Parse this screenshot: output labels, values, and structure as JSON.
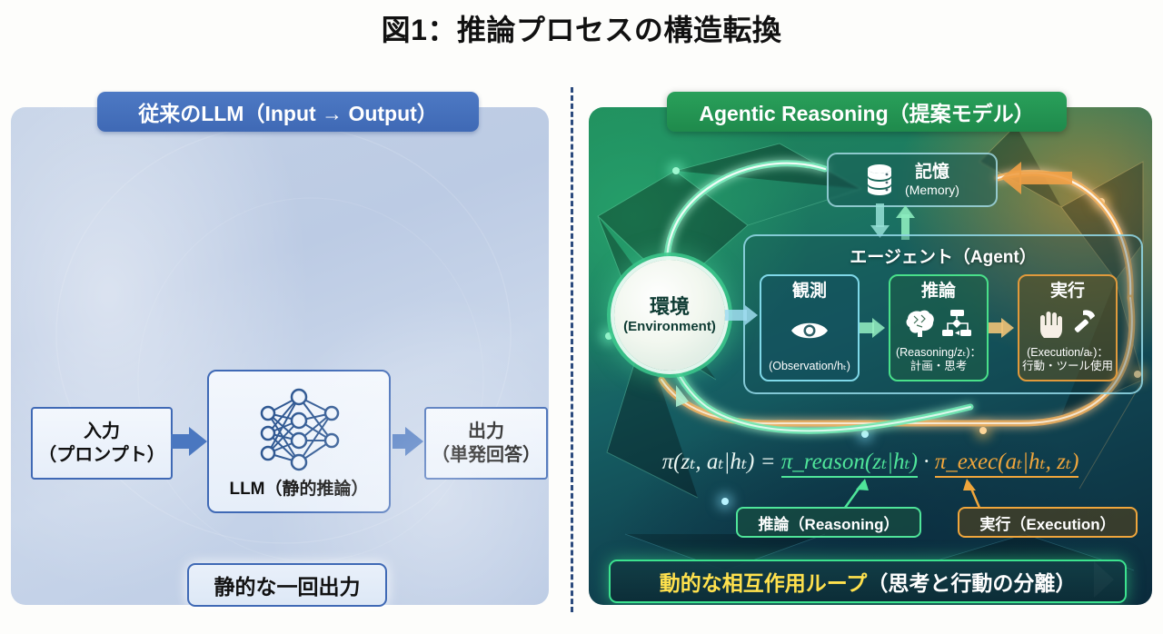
{
  "title": "図1：推論プロセスの構造転換",
  "left": {
    "badge": "従来のLLM（Input → Output）",
    "input": {
      "line1": "入力",
      "line2": "（プロンプト）"
    },
    "llm": {
      "caption": "LLM（静的推論）",
      "icon": "neural-network-icon"
    },
    "output": {
      "line1": "出力",
      "line2": "（単発回答）"
    },
    "bottom_badge": "静的な一回出力"
  },
  "right": {
    "badge": "Agentic Reasoning（提案モデル）",
    "memory": {
      "label": "記憶",
      "sub": "(Memory)",
      "icon": "database-icon"
    },
    "environment": {
      "label": "環境",
      "sub": "(Environment)"
    },
    "agent": {
      "title": "エージェント（Agent）"
    },
    "steps": [
      {
        "title": "観測",
        "caption": "(Observation/hₜ)",
        "caption2": "",
        "icons": "eye-icon",
        "color": "#7fd8e8"
      },
      {
        "title": "推論",
        "caption": "(Reasoning/zₜ)：",
        "caption2": "計画・思考",
        "icons": "brain-icon flowchart-icon",
        "color": "#49e08a"
      },
      {
        "title": "実行",
        "caption": "(Execution/aₜ)：",
        "caption2": "行動・ツール使用",
        "icons": "hand-icon hammer-icon",
        "color": "#e09a3c"
      }
    ],
    "formula": {
      "lhs": "π(zₜ, aₜ|hₜ) =",
      "reason_term": "π_reason(zₜ|hₜ)",
      "dot": "·",
      "exec_term": "π_exec(aₜ|hₜ, zₜ)"
    },
    "tags": {
      "reasoning": "推論（Reasoning）",
      "execution": "実行（Execution）"
    },
    "bottom_banner": {
      "highlight": "動的な相互作用ループ",
      "rest": "（思考と行動の分離）"
    }
  },
  "colors": {
    "left_accent": "#3f69b5",
    "right_accent": "#29a05a",
    "reason_green": "#4fe59a",
    "exec_orange": "#f0a63c",
    "banner_yellow": "#ffe14d"
  }
}
